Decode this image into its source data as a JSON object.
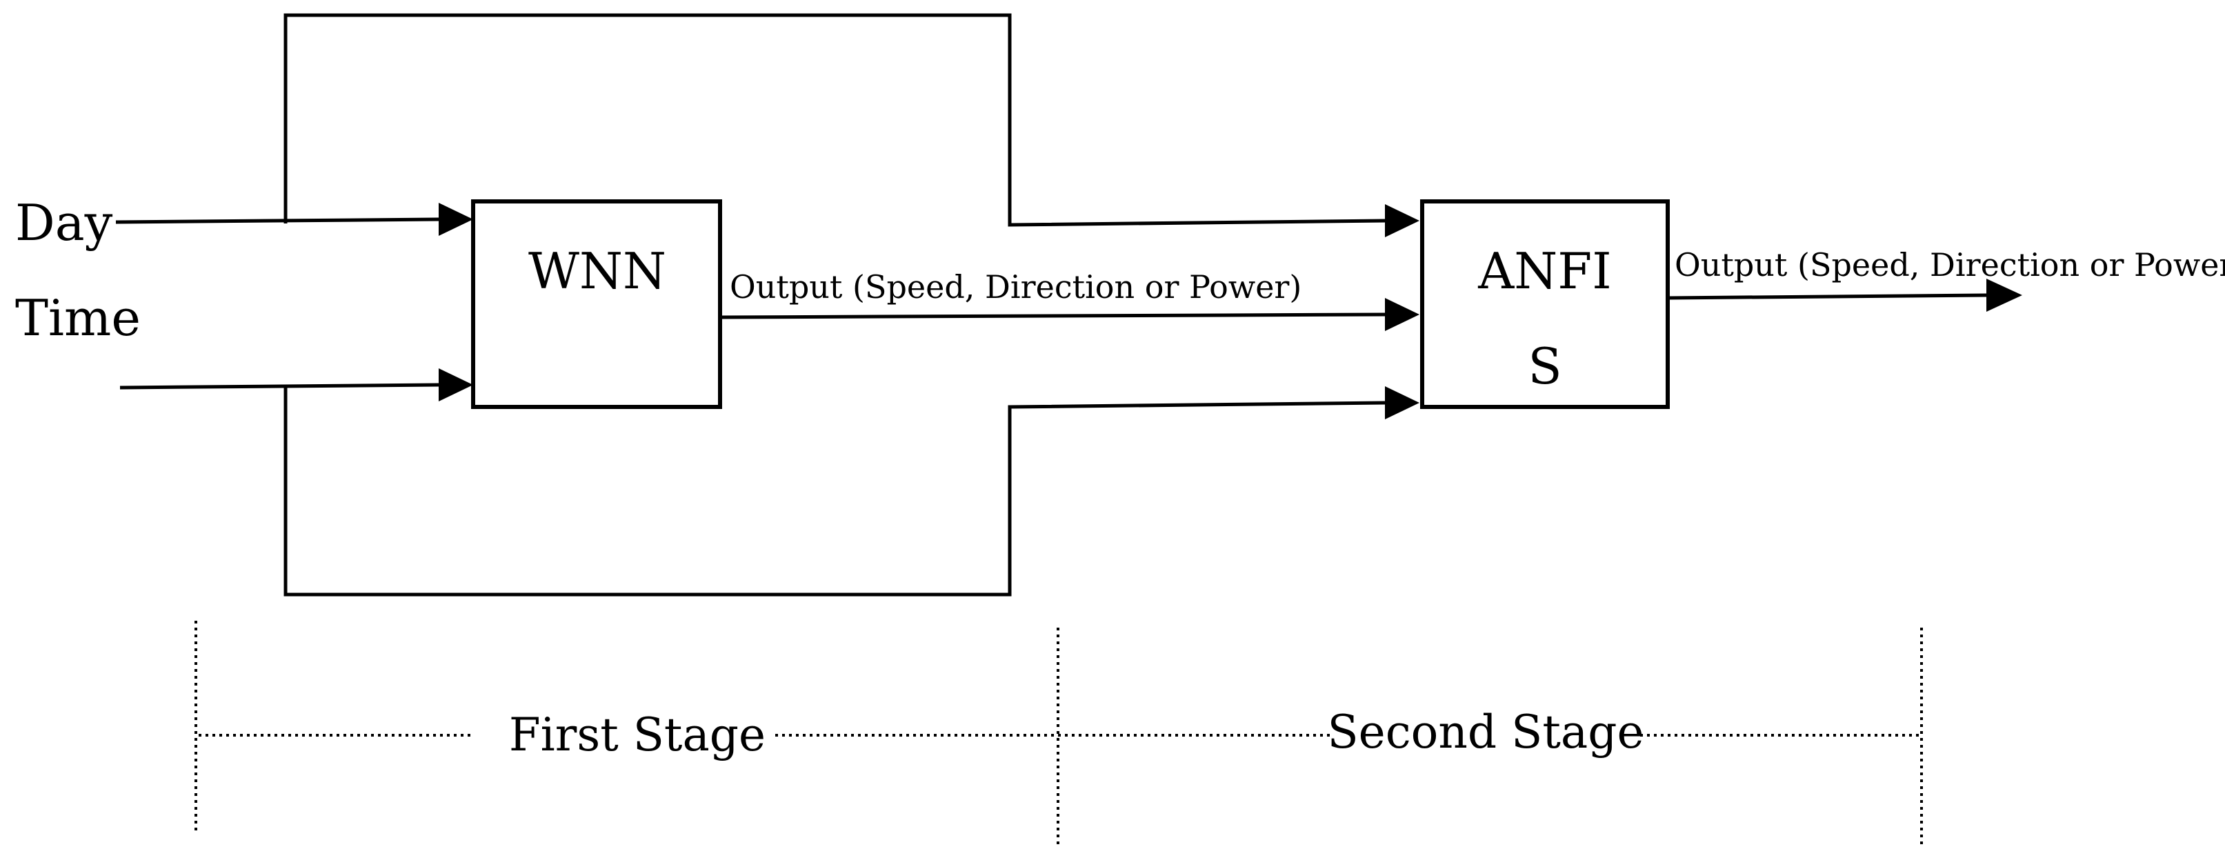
{
  "inputs": {
    "day": "Day",
    "time": "Time"
  },
  "blocks": {
    "wnn": "WNN",
    "anfis_line1": "ANFI",
    "anfis_line2": "S"
  },
  "outputs": {
    "wnn_output": "Output (Speed, Direction or Power)",
    "anfis_output": "Output (Speed, Direction or Power)"
  },
  "stages": {
    "first": "First Stage",
    "second": "Second Stage"
  },
  "colors": {
    "ink": "#000000",
    "background": "#ffffff"
  }
}
